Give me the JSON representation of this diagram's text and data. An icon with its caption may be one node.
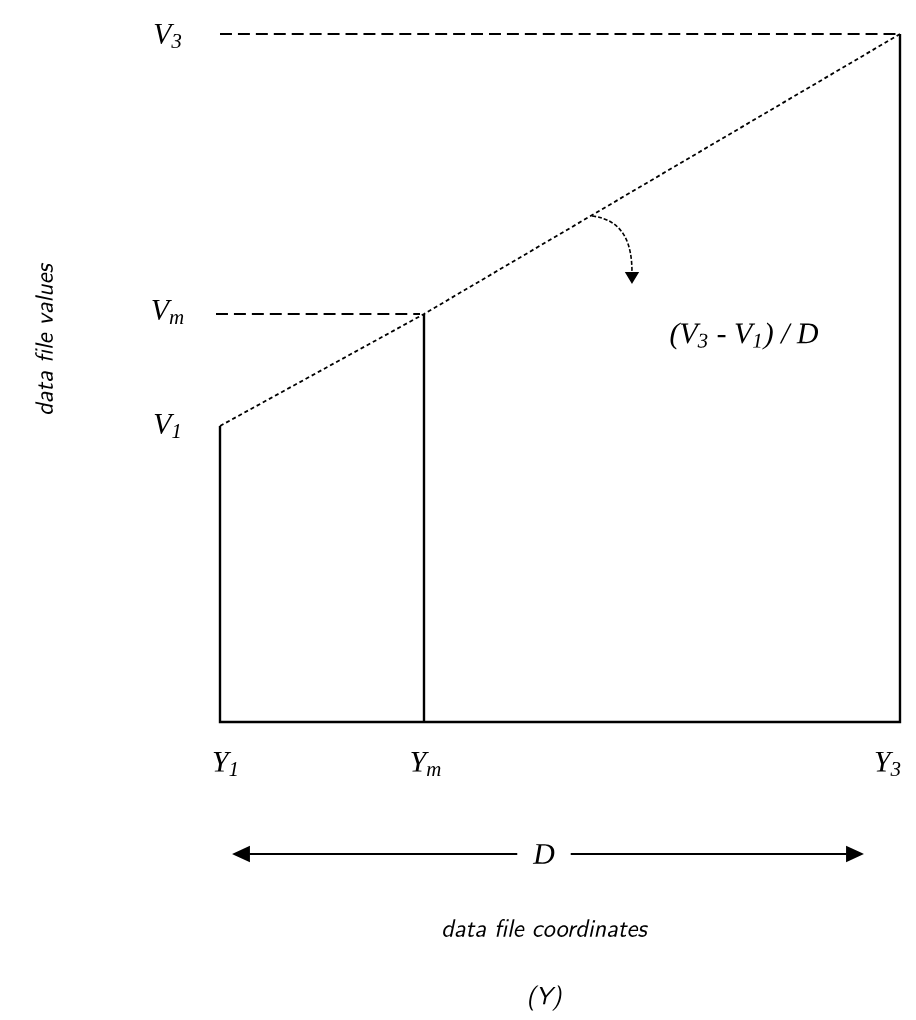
{
  "diagram": {
    "labels": [
      "V$_{3}$",
      "V$_{m}$",
      "V$_{1}$",
      "(V$_{3}$ - V$_{1}$) / D",
      "data file values",
      "Y$_{1}$",
      "Y$_{m}$",
      "Y$_{3}$",
      "D",
      "data file coordinates",
      "(Y)"
    ]
  }
}
